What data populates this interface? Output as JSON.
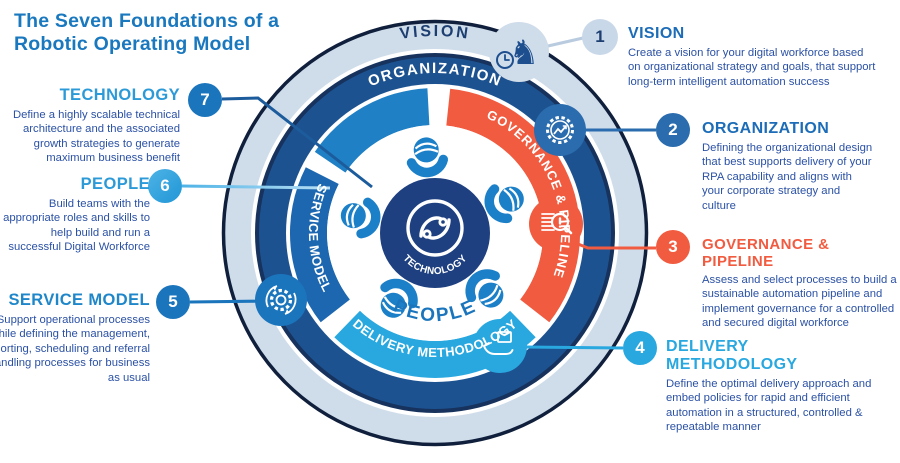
{
  "title": {
    "line1": "The Seven Foundations of a",
    "line2": "Robotic Operating Model"
  },
  "wheel": {
    "outer_ring_label": "VISION",
    "second_ring_label": "ORGANIZATION",
    "segment_governance": "GOVERNANCE & PIPELINE",
    "segment_delivery": "DELIVERY METHODOLOGY",
    "segment_service": "SERVICE MODEL",
    "hub_label": "TECHNOLOGY",
    "people_label": "PEOPLE"
  },
  "items": [
    {
      "number": "1",
      "title": "VISION",
      "description": "Create a vision for your digital workforce based on organizational strategy and goals, that support long-term intelligent automation success",
      "accent": "#1c6cb8",
      "icon": "knight-clock"
    },
    {
      "number": "2",
      "title": "ORGANIZATION",
      "description": "Defining the organizational design that best supports delivery of your RPA capability and aligns with your corporate strategy and culture",
      "accent": "#1c6cb8",
      "icon": "gear-chart"
    },
    {
      "number": "3",
      "title": "GOVERNANCE & PIPELINE",
      "description": "Assess and select processes to build a sustainable automation pipeline and implement governance for a controlled and secured digital workforce",
      "accent": "#f15b40",
      "icon": "document-magnifier"
    },
    {
      "number": "4",
      "title": "DELIVERY METHODOLOGY",
      "description": "Define the optimal delivery approach and embed policies for rapid and efficient automation in a structured, controlled & repeatable manner",
      "accent": "#29a8e0",
      "icon": "hand-box"
    },
    {
      "number": "5",
      "title": "SERVICE MODEL",
      "description": "Support operational processes while defining the management, reporting, scheduling and referral handling processes for business as usual",
      "accent": "#1f87c9",
      "icon": "gear-sync-arrows"
    },
    {
      "number": "6",
      "title": "PEOPLE",
      "description": "Build teams with the appropriate roles and skills to help build and run a successful Digital Workforce",
      "accent": "#2d9ad8",
      "icon": "person"
    },
    {
      "number": "7",
      "title": "TECHNOLOGY",
      "description": "Define a highly scalable technical architecture and the associated growth strategies to generate maximum business benefit",
      "accent": "#2d9ad8",
      "icon": "technology-logo"
    }
  ],
  "colors": {
    "title_blue": "#1a78bf",
    "body_text_blue": "#2b51a5",
    "pale_ring": "#cfdcea",
    "outer_outline_navy": "#101f3c",
    "organization_ring_blue": "#1d5290",
    "governance_orange": "#f15b40",
    "delivery_light_blue": "#29a8e0",
    "service_blue": "#1c67b0",
    "upper_left_segment_blue": "#1f80c5",
    "hub_navy": "#1e4080",
    "person_blue": "#1b80c8",
    "people_text_blue": "#1b75bc",
    "badge_pale": "#c9d8e8"
  }
}
